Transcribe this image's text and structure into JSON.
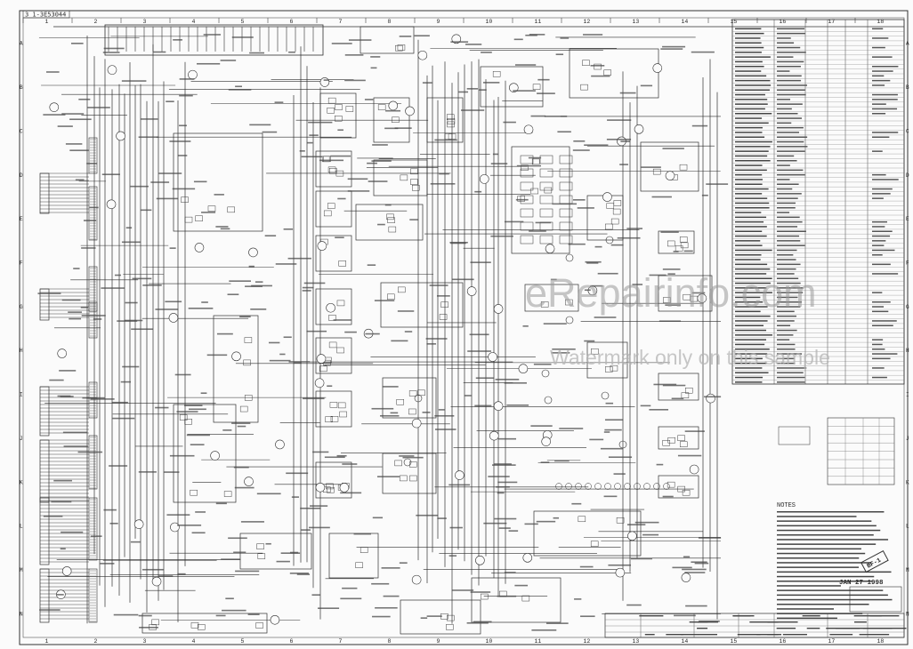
{
  "sheet": {
    "drawing_number": "3 1-3E53044",
    "column_numbers": [
      "1",
      "2",
      "3",
      "4",
      "5",
      "6",
      "7",
      "8",
      "9",
      "10",
      "11",
      "12",
      "13",
      "14",
      "15",
      "16",
      "17",
      "18"
    ],
    "row_letters": [
      "A",
      "B",
      "C",
      "D",
      "E",
      "F",
      "G",
      "H",
      "I",
      "J",
      "K",
      "L",
      "M",
      "N"
    ]
  },
  "watermark": {
    "site": "eRepairinfo.com",
    "notice": "Watermark only on this sample"
  },
  "notes": {
    "heading": "NOTES",
    "date_stamp": "JAN 27 1998",
    "corner_code": "BF-1"
  },
  "colors": {
    "line": "#2f2f2f",
    "paper": "#fbfbfb",
    "watermark": "#9a9a9a"
  }
}
